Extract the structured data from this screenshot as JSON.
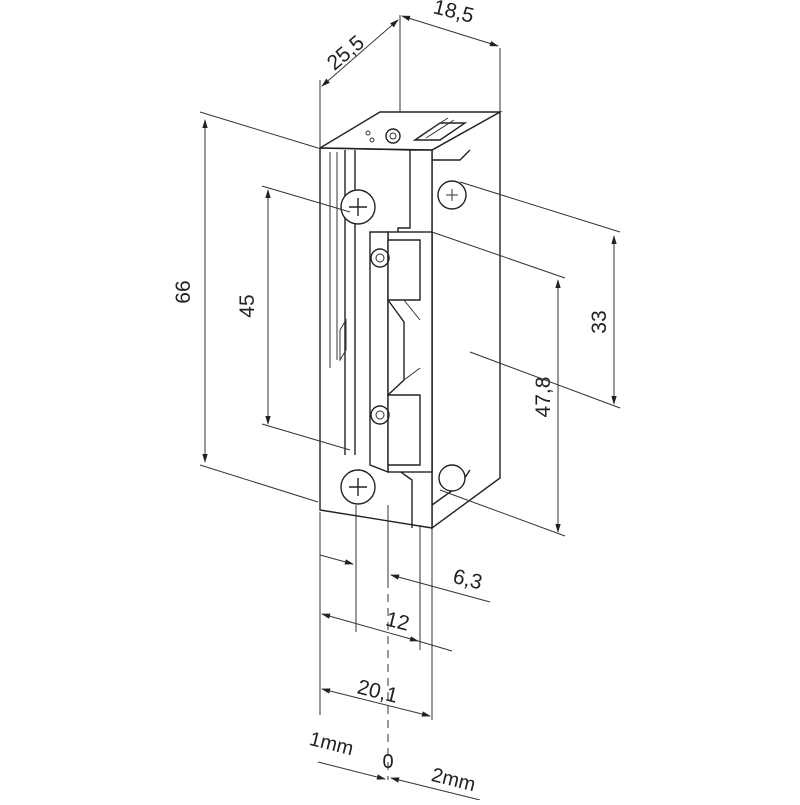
{
  "dimensions": {
    "depth": "25,5",
    "width_top": "18,5",
    "height_total": "66",
    "height_screws": "45",
    "height_right_33": "33",
    "height_right_47": "47,8",
    "offset_6_3": "6,3",
    "offset_12": "12",
    "width_front": "20,1"
  },
  "adjustment": {
    "left": "1mm",
    "center": "0",
    "right": "2mm"
  },
  "colors": {
    "line": "#222222",
    "background": "#ffffff"
  }
}
